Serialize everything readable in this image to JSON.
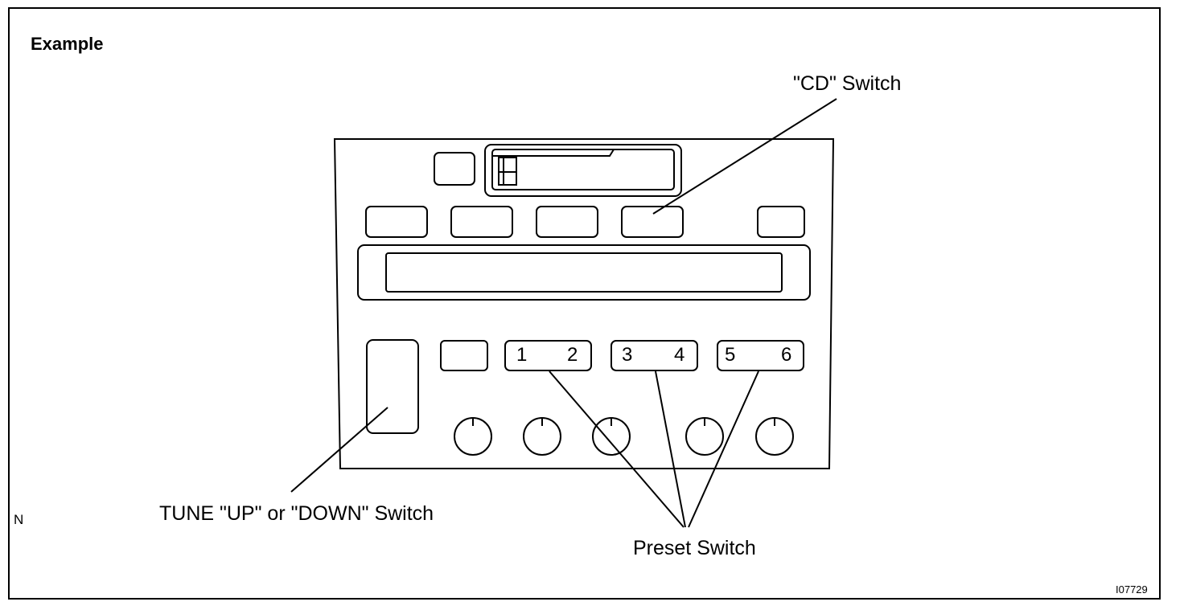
{
  "figure": {
    "heading": "Example",
    "corner_mark": "N",
    "figure_code": "I07729"
  },
  "callouts": {
    "cd_switch": "\"CD\" Switch",
    "tune_switch": "TUNE \"UP\" or \"DOWN\" Switch",
    "preset_switch": "Preset Switch"
  },
  "preset_buttons": [
    {
      "left": "1",
      "right": "2"
    },
    {
      "left": "3",
      "right": "4"
    },
    {
      "left": "5",
      "right": "6"
    }
  ],
  "colors": {
    "line": "#000000",
    "background": "#ffffff"
  }
}
